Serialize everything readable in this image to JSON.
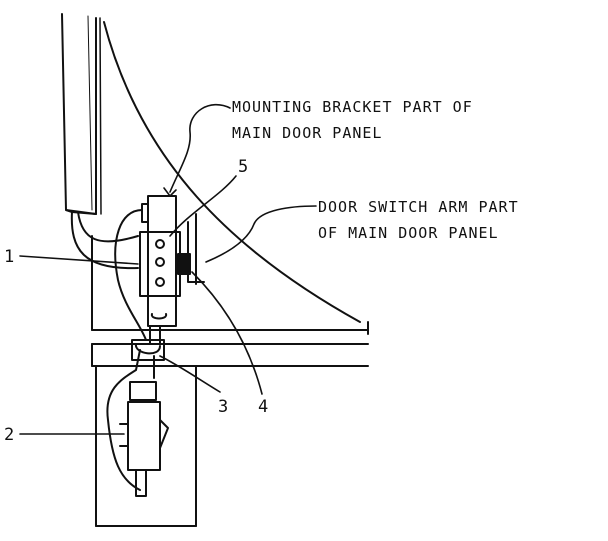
{
  "labels": {
    "mounting_bracket_line1": "MOUNTING BRACKET PART OF",
    "mounting_bracket_line2": "MAIN DOOR PANEL",
    "door_switch_line1": "DOOR SWITCH ARM PART",
    "door_switch_line2": "OF MAIN DOOR PANEL"
  },
  "callouts": {
    "c1": "1",
    "c2": "2",
    "c3": "3",
    "c4": "4",
    "c5": "5"
  }
}
